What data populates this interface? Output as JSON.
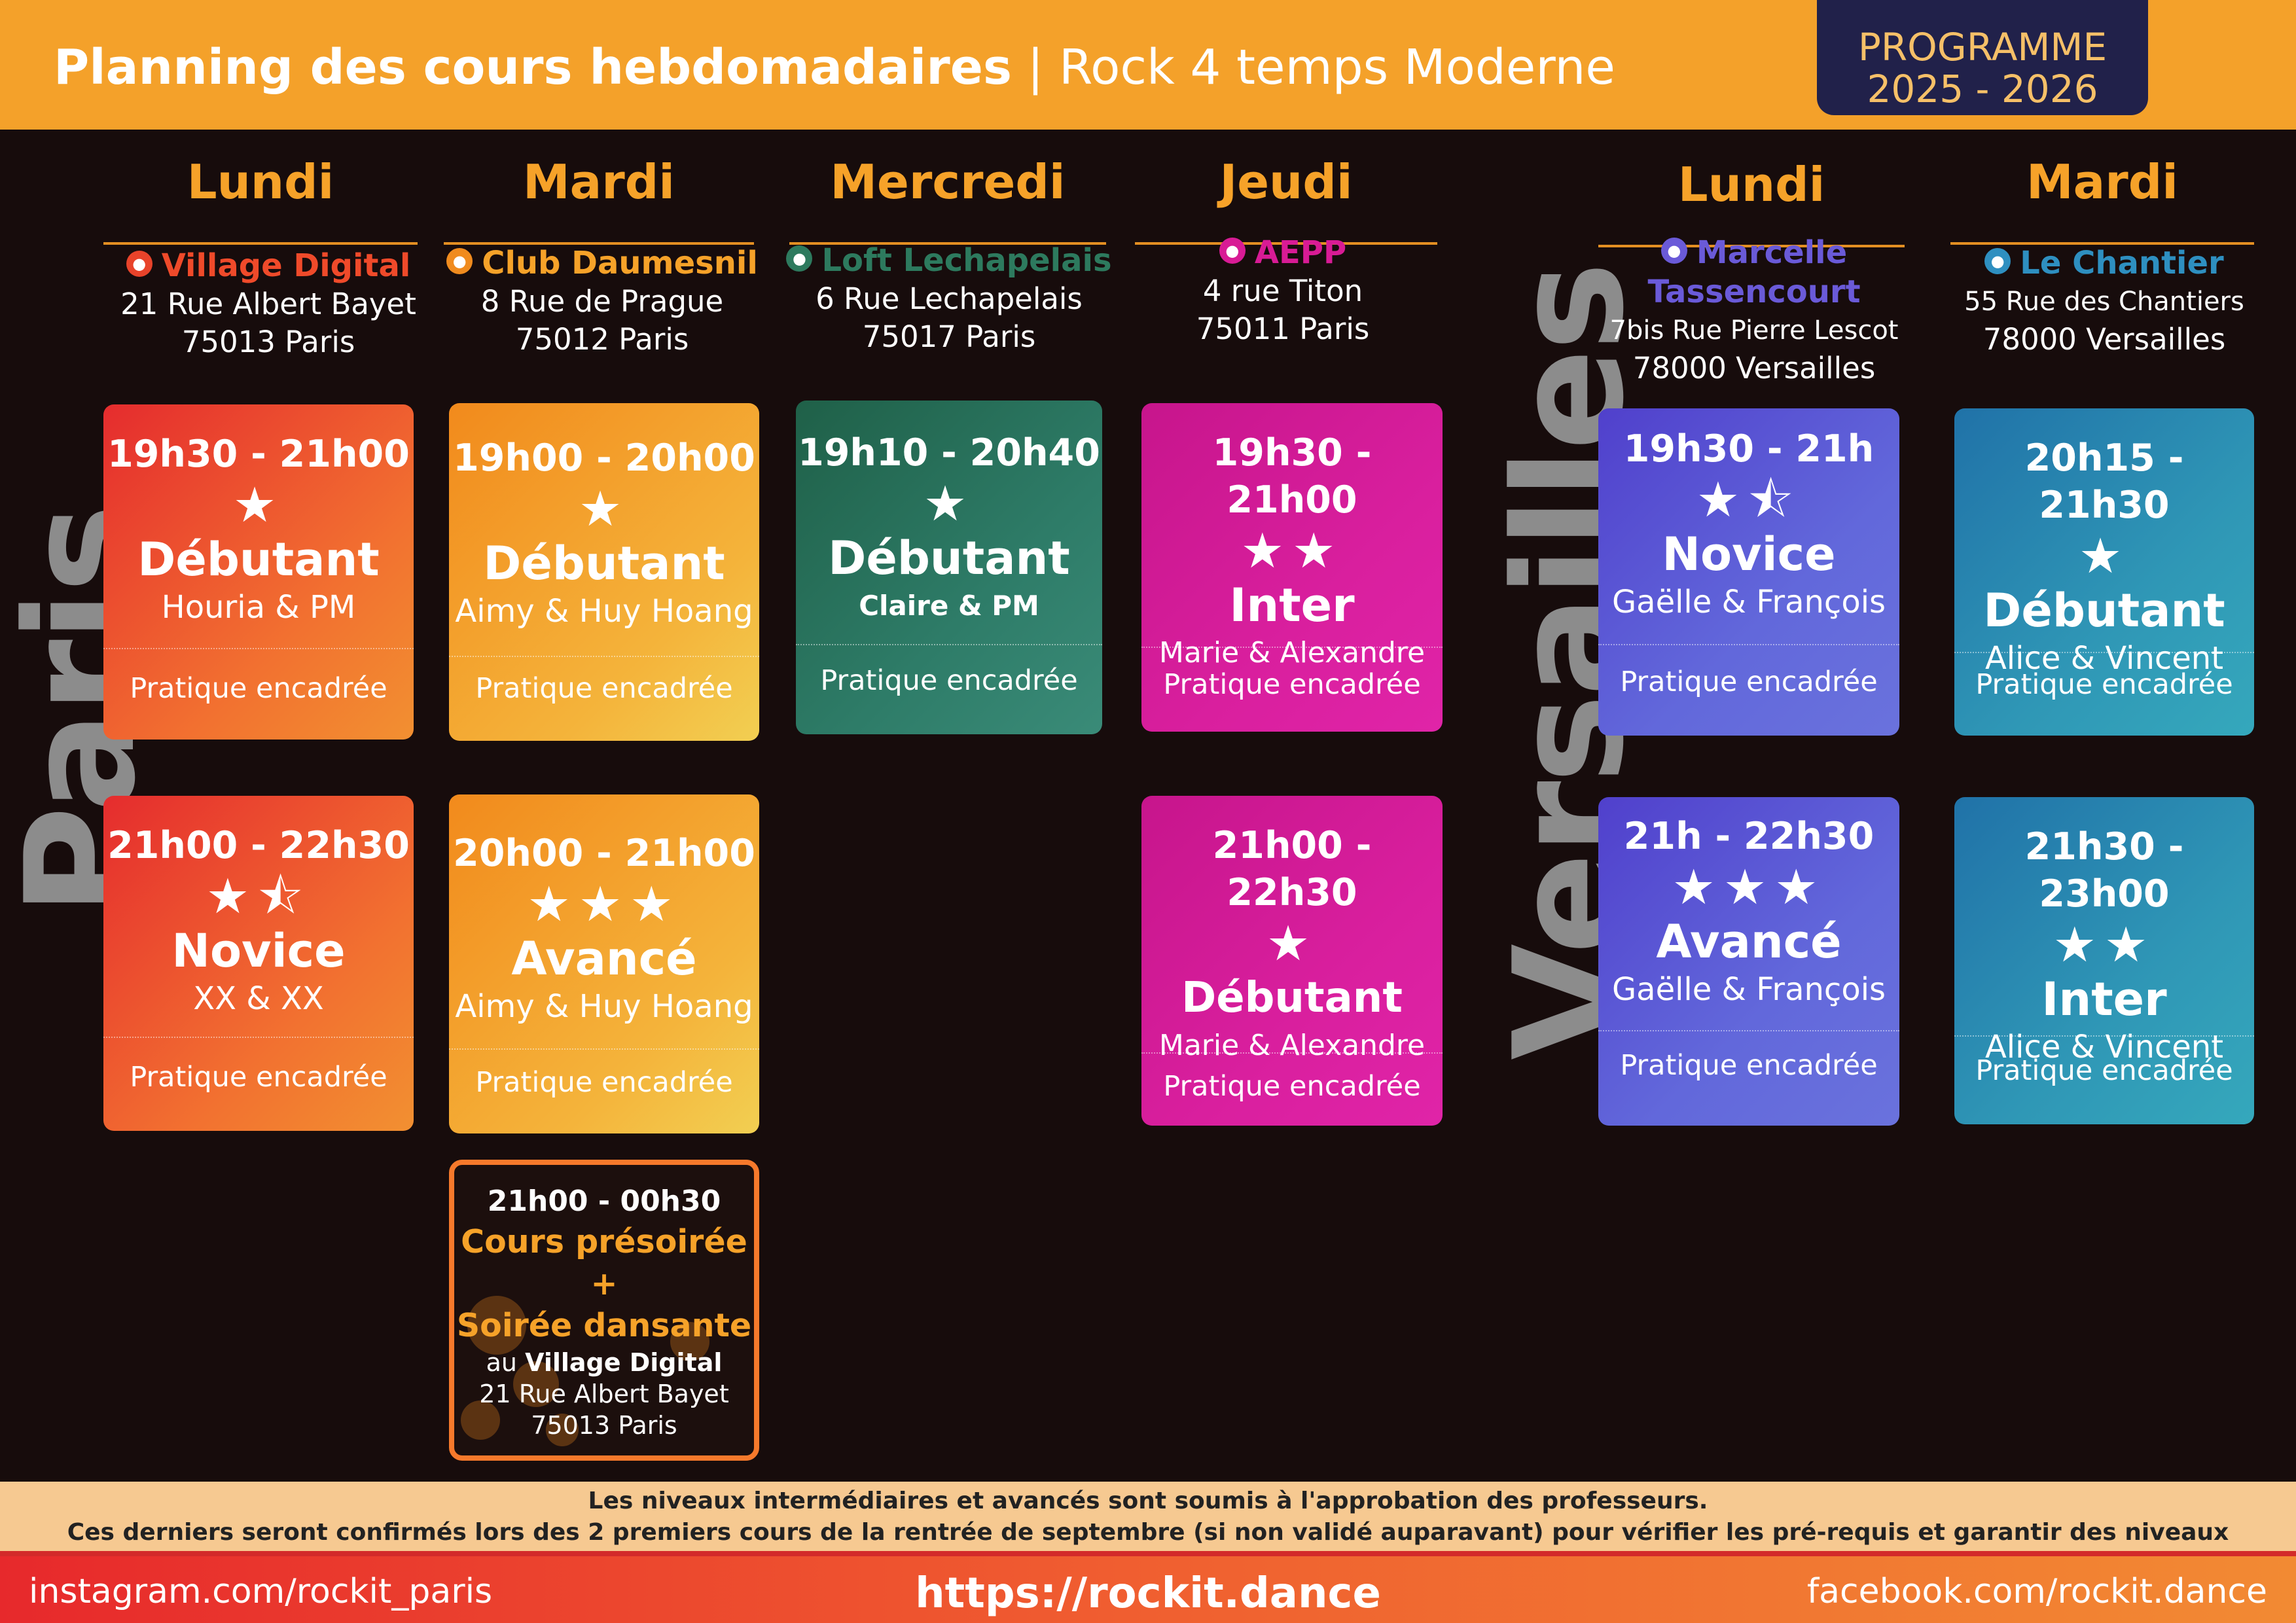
{
  "header": {
    "title_bold": "Planning des cours hebdomadaires",
    "title_rest": " | Rock 4 temps Moderne",
    "programme_label": "PROGRAMME",
    "programme_years": "2025 - 2026"
  },
  "regions": {
    "paris": "Paris",
    "versailles": "Versailles"
  },
  "columns": [
    {
      "day": "Lundi",
      "venue_name": "Village Digital",
      "venue_color": "#ef4a2a",
      "venue_line1": "21 Rue Albert Bayet",
      "venue_line2": "75013 Paris",
      "venue_line3": ""
    },
    {
      "day": "Mardi",
      "venue_name": "Club Daumesnil",
      "venue_color": "#f6a229",
      "venue_line1": "8 Rue de Prague",
      "venue_line2": "75012 Paris",
      "venue_line3": ""
    },
    {
      "day": "Mercredi",
      "venue_name": "Loft Lechapelais",
      "venue_color": "#2d7a5e",
      "venue_line1": "6 Rue Lechapelais",
      "venue_line2": "75017 Paris",
      "venue_line3": ""
    },
    {
      "day": "Jeudi",
      "venue_name": "AEPP",
      "venue_color": "#d81b95",
      "venue_line1": "4 rue Titon",
      "venue_line2": "75011 Paris",
      "venue_line3": ""
    },
    {
      "day": "Lundi",
      "venue_name": "Marcelle",
      "venue_name2": "Tassencourt",
      "venue_color": "#6a5ad8",
      "venue_line1": "7bis Rue Pierre Lescot",
      "venue_line2": "78000 Versailles",
      "venue_line3": ""
    },
    {
      "day": "Mardi",
      "venue_name": "Le Chantier",
      "venue_color": "#2e8fc0",
      "venue_line1": "55 Rue des Chantiers",
      "venue_line2": "78000 Versailles",
      "venue_line3": ""
    }
  ],
  "cards": {
    "c1": {
      "time": "19h30 - 21h00",
      "stars": "★",
      "level": "Débutant",
      "teachers": "Houria & PM",
      "pratique": "Pratique encadrée"
    },
    "c2": {
      "time": "21h00 - 22h30",
      "stars": "★⯪",
      "level": "Novice",
      "teachers": "XX & XX",
      "pratique": "Pratique encadrée"
    },
    "c3": {
      "time": "19h00 - 20h00",
      "stars": "★",
      "level": "Débutant",
      "teachers": "Aimy & Huy Hoang",
      "pratique": "Pratique encadrée"
    },
    "c4": {
      "time": "20h00 - 21h00",
      "stars": "★★★",
      "level": "Avancé",
      "teachers": "Aimy & Huy Hoang",
      "pratique": "Pratique encadrée"
    },
    "c5": {
      "time": "19h10 - 20h40",
      "stars": "★",
      "level": "Débutant",
      "teachers": "Claire & PM",
      "pratique": "Pratique encadrée"
    },
    "c6": {
      "time": "19h30 - 21h00",
      "stars": "★★",
      "level": "Inter",
      "teachers": "Marie & Alexandre",
      "pratique": "Pratique encadrée"
    },
    "c7": {
      "time": "21h00 - 22h30",
      "stars": "★",
      "level": "Débutant",
      "teachers": "Marie & Alexandre",
      "pratique": "Pratique encadrée"
    },
    "c8": {
      "time": "19h30 - 21h",
      "stars": "★⯪",
      "level": "Novice",
      "teachers": "Gaëlle & François",
      "pratique": "Pratique encadrée"
    },
    "c9": {
      "time": "21h - 22h30",
      "stars": "★★★",
      "level": "Avancé",
      "teachers": "Gaëlle & François",
      "pratique": "Pratique encadrée"
    },
    "c10": {
      "time": "20h15 - 21h30",
      "stars": "★",
      "level": "Débutant",
      "teachers": "Alice & Vincent",
      "pratique": "Pratique encadrée"
    },
    "c11": {
      "time": "21h30 - 23h00",
      "stars": "★★",
      "level": "Inter",
      "teachers": "Alice & Vincent",
      "pratique": "Pratique encadrée"
    }
  },
  "soiree": {
    "time": "21h00 - 00h30",
    "line1": "Cours  présoirée",
    "plus": "+",
    "line2": "Soirée dansante",
    "at": "au ",
    "place": "Village Digital",
    "addr1": "21 Rue Albert Bayet",
    "addr2": "75013 Paris"
  },
  "notice": {
    "line1": "Les niveaux intermédiaires et avancés sont soumis à l'approbation des professeurs.",
    "line2": "Ces derniers seront confirmés lors des 2 premiers cours de la rentrée de septembre (si non validé auparavant) pour vérifier les pré-requis et garantir des niveaux homogènes."
  },
  "footer": {
    "instagram": "instagram.com/rockit_paris",
    "website": "https://rockit.dance",
    "facebook": "facebook.com/rockit.dance"
  }
}
